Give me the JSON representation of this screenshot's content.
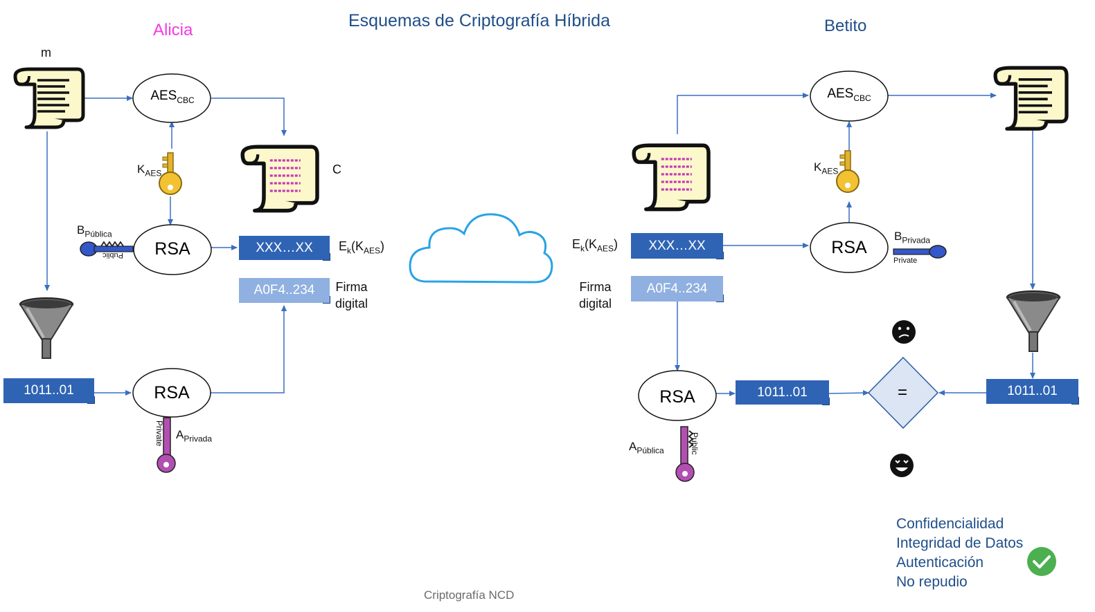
{
  "title": "Esquemas de Criptografía Híbrida",
  "left": {
    "party": "Alicia",
    "message_label": "m",
    "aes_main": "AES",
    "aes_sub": "CBC",
    "k_main": "K",
    "k_sub": "AES",
    "cipher_label": "C",
    "b_main": "B",
    "b_sub": "Pública",
    "rsa_top": "RSA",
    "enc_key_box": "XXX…XX",
    "ek_main": "E",
    "ek_sub": "k",
    "ek_paren_open": "(K",
    "ek_paren_sub": "AES",
    "ek_paren_close": ")",
    "signature_box": "A0F4..234",
    "firma_line1": "Firma",
    "firma_line2": "digital",
    "hash_box": "1011..01",
    "rsa_bottom": "RSA",
    "a_main": "A",
    "a_sub": "Privada",
    "key_text_public": "Public",
    "key_text_private": "Private"
  },
  "right": {
    "party": "Betito",
    "aes_main": "AES",
    "aes_sub": "CBC",
    "k_main": "K",
    "k_sub": "AES",
    "ek_main": "E",
    "ek_sub": "k",
    "ek_paren_open": "(K",
    "ek_paren_sub": "AES",
    "ek_paren_close": ")",
    "enc_key_box": "XXX…XX",
    "rsa_top": "RSA",
    "b_main": "B",
    "b_sub": "Privada",
    "key_text_private": "Private",
    "firma_line1": "Firma",
    "firma_line2": "digital",
    "signature_box": "A0F4..234",
    "rsa_bottom": "RSA",
    "hash_box_left": "1011..01",
    "compare_symbol": "=",
    "hash_box_right": "1011..01",
    "a_main": "A",
    "a_sub": "Pública",
    "key_text_public": "Public"
  },
  "properties": [
    "Confidencialidad",
    "Integridad de Datos",
    "Autenticación",
    "No repudio"
  ],
  "footer": "Criptografía NCD",
  "colors": {
    "arrow": "#3a6fc0",
    "box_dark": "#2f64b5",
    "box_light": "#8fb0e0",
    "cloud": "#29a3e6",
    "key_gold": "#f2c233",
    "key_purple": "#b34fb3",
    "key_blue": "#3458c9",
    "scroll": "#fcf8cc",
    "diamond": "#dbe5f3",
    "check": "#4caf50"
  },
  "icons": [
    "scroll-icon",
    "key-icon",
    "funnel-icon",
    "cloud-icon",
    "sad-face-icon",
    "happy-face-icon",
    "check-icon"
  ]
}
